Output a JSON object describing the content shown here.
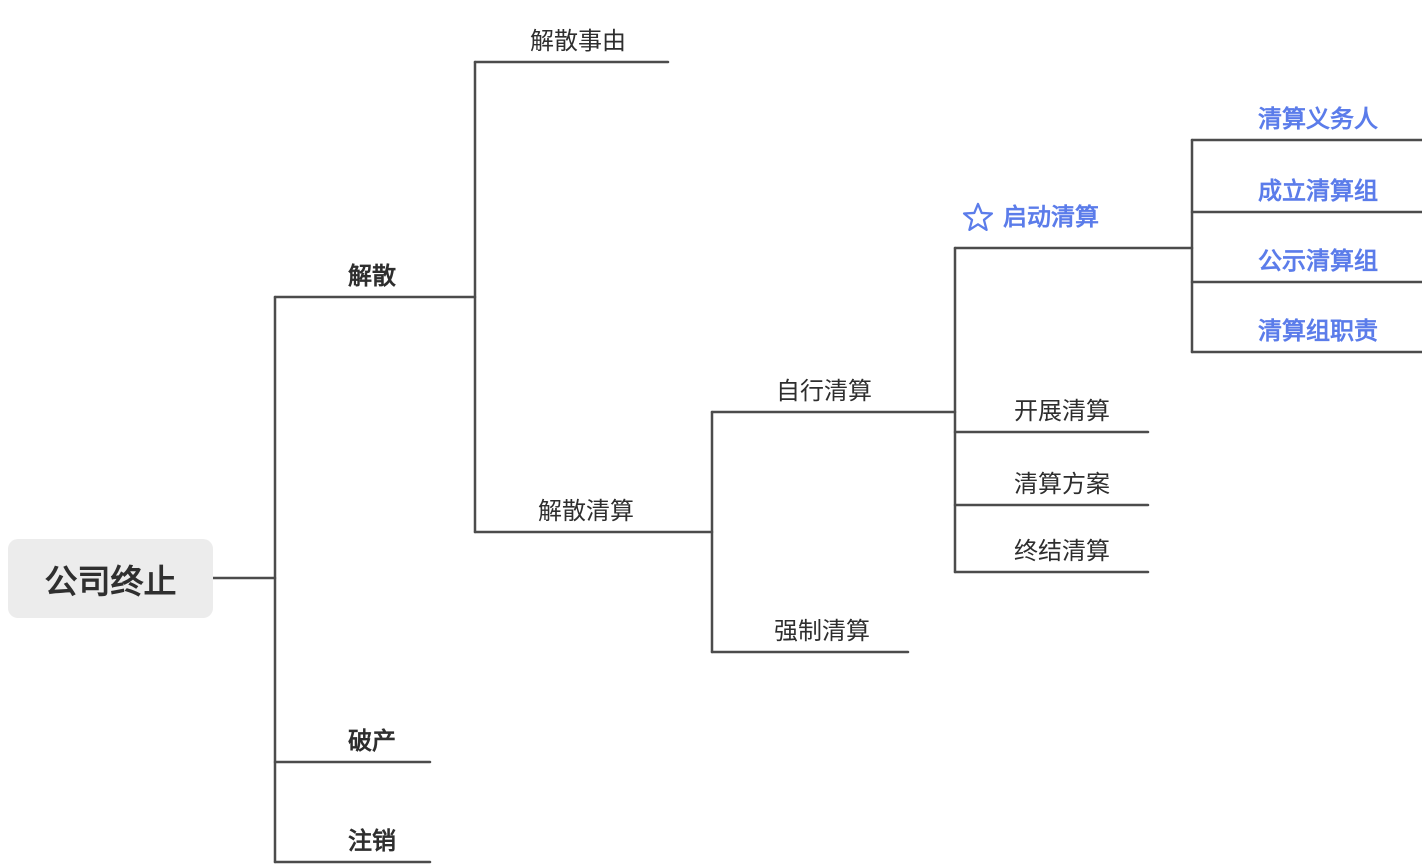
{
  "mindmap": {
    "root": {
      "label": "公司终止"
    },
    "tree": [
      {
        "label": "解散",
        "children": [
          {
            "label": "解散事由"
          },
          {
            "label": "解散清算",
            "children": [
              {
                "label": "自行清算",
                "children": [
                  {
                    "label": "启动清算",
                    "marker": "star-outline-icon",
                    "children": [
                      {
                        "label": "清算义务人"
                      },
                      {
                        "label": "成立清算组"
                      },
                      {
                        "label": "公示清算组"
                      },
                      {
                        "label": "清算组职责"
                      }
                    ]
                  },
                  {
                    "label": "开展清算"
                  },
                  {
                    "label": "清算方案"
                  },
                  {
                    "label": "终结清算"
                  }
                ]
              },
              {
                "label": "强制清算"
              }
            ]
          }
        ]
      },
      {
        "label": "破产"
      },
      {
        "label": "注销"
      }
    ],
    "colors": {
      "accent_blue": "#5B7CEA",
      "line_color": "#4c4c4c",
      "text_color": "#2e2e2e",
      "root_bg": "#ececec"
    }
  }
}
